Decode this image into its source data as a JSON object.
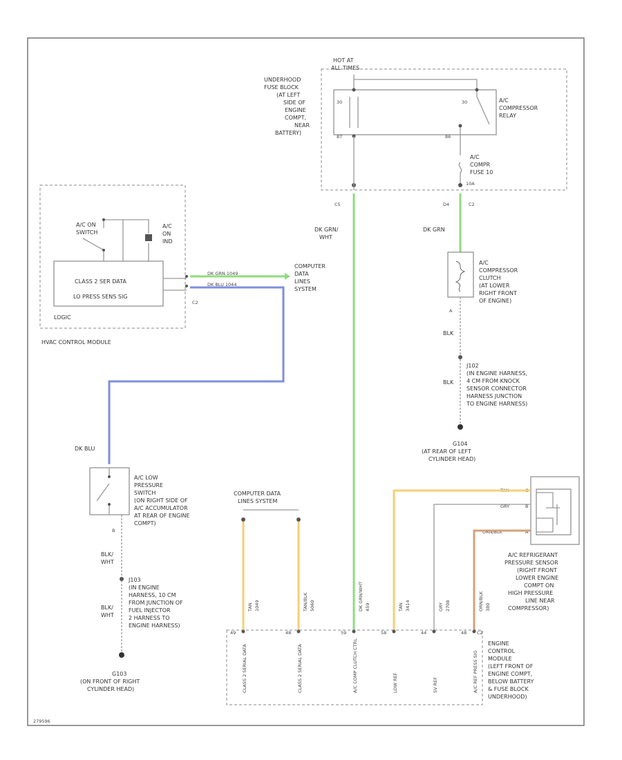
{
  "hot_at": [
    "HOT AT",
    "ALL TIMES"
  ],
  "underhood_fuse_block": [
    "UNDERHOOD",
    "FUSE BLOCK",
    "(AT LEFT",
    "SIDE OF",
    "ENGINE",
    "COMPT,",
    "NEAR",
    "BATTERY)"
  ],
  "relay_label": [
    "A/C",
    "COMPRESSOR",
    "RELAY"
  ],
  "relay_pin_left": "30",
  "relay_pin_right": "30",
  "relay_pin_87": "87",
  "relay_pin_86": "86",
  "fuse_label": [
    "A/C",
    "COMPR",
    "FUSE 10"
  ],
  "fuse_amp": "10A",
  "conn_c5": "C5",
  "conn_d4": "D4",
  "conn_c2_top": "C2",
  "wire_dk_grn_wht": [
    "DK GRN/",
    "WHT"
  ],
  "wire_dk_grn": "DK GRN",
  "hvac_switch_label": [
    "A/C ON",
    "SWITCH"
  ],
  "hvac_ind_label": [
    "A/C",
    "ON",
    "IND"
  ],
  "hvac_data_line": "CLASS 2 SER DATA",
  "hvac_pressure_line": "LO PRESS SENS SIG",
  "hvac_logic": "LOGIC",
  "hvac_c2": "C2",
  "hvac_module": "HVAC CONTROL MODULE",
  "wire_dk_grn_1": "DK GRN  1049",
  "wire_dk_blu_1": "DK BLU  1044",
  "computer_data_system": [
    "COMPUTER",
    "DATA",
    "LINES",
    "SYSTEM"
  ],
  "clutch_label": [
    "A/C",
    "COMPRESSOR",
    "CLUTCH",
    "(AT LOWER",
    "RIGHT FRONT",
    "OF ENGINE)"
  ],
  "clutch_pin_a": "A",
  "wire_blk_1": "BLK",
  "wire_blk_2": "BLK",
  "j102_label": [
    "J102",
    "(IN ENGINE HARNESS,",
    "4 CM FROM KNOCK",
    "SENSOR CONNECTOR",
    "HARNESS JUNCTION",
    "TO ENGINE HARNESS)"
  ],
  "g104": [
    "G104",
    "(AT REAR OF LEFT",
    "CYLINDER HEAD)"
  ],
  "wire_dk_blu_2": "DK BLU",
  "low_press_switch": [
    "A/C LOW",
    "PRESSURE",
    "SWITCH",
    "(ON RIGHT SIDE OF",
    "A/C ACCUMULATOR",
    "AT REAR OF ENGINE",
    "COMPT)"
  ],
  "lps_pin_b": "B",
  "wire_blk_wht_1": [
    "BLK/",
    "WHT"
  ],
  "wire_blk_wht_2": [
    "BLK/",
    "WHT"
  ],
  "j103_label": [
    "J103",
    "(IN ENGINE",
    "HARNESS, 10 CM",
    "FROM JUNCTION OF",
    "FUEL INJECTOR",
    "2 HARNESS TO",
    "ENGINE HARNESS)"
  ],
  "g103": [
    "G103",
    "(ON FRONT OF RIGHT",
    "CYLINDER HEAD)"
  ],
  "computer_data_system_2": [
    "COMPUTER DATA",
    "LINES SYSTEM"
  ],
  "refrig_sensor": [
    "A/C REFRIGERANT",
    "PRESSURE SENSOR",
    "(RIGHT FRONT",
    "LOWER ENGINE",
    "COMPT ON",
    "HIGH PRESSURE",
    "LINE NEAR",
    "COMPRESSOR)"
  ],
  "sensor_wires": [
    "TAN",
    "GRY",
    "ORN/BLK"
  ],
  "sensor_pins": [
    "C",
    "B",
    "A"
  ],
  "ecm_wires": [
    {
      "color": "TAN",
      "circuit": "1049"
    },
    {
      "color": "TAN/BLK",
      "circuit": "5060"
    },
    {
      "color": "DK GRN/WHT",
      "circuit": "459"
    },
    {
      "color": "TAN",
      "circuit": "3414"
    },
    {
      "color": "GRY",
      "circuit": "2708"
    },
    {
      "color": "ORN/BLK",
      "circuit": "380"
    }
  ],
  "ecm_pins": [
    "49",
    "48",
    "59",
    "58",
    "44",
    "48"
  ],
  "ecm_conn": "C2",
  "ecm_signals": [
    "CLASS 2 SERIAL DATA",
    "CLASS 2 SERIAL DATA",
    "A/C COMP CLUTCH CTRL",
    "LOW REF",
    "5V REF",
    "A/C REF PRESS SIG"
  ],
  "ecm_label": [
    "ENGINE",
    "CONTROL",
    "MODULE",
    "(LEFT FRONT OF",
    "ENGINE COMPT,",
    "BELOW BATTERY",
    "& FUSE BLOCK",
    "UNDERHOOD)"
  ],
  "figure_id": "279596"
}
